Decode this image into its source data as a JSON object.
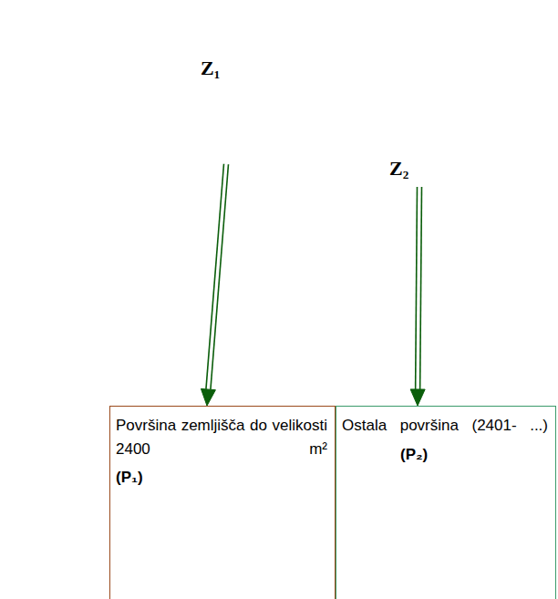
{
  "diagram": {
    "nodes": [
      {
        "text": [
          "Z₂"
        ]
      },
      {
        "text": [
          "Z₁"
        ],
        "in": 0
      },
      {
        "text": [
          "Površina zemljišča do velikosti 2400 m²",
          "(P₁)"
        ]
      },
      {
        "text": [
          "Ostala površina (2401- ...)",
          "(P₂)"
        ]
      }
    ],
    "edges": [
      {
        "from": 1,
        "to": 2,
        "arrow": "to"
      },
      {
        "from": 0,
        "to": 3,
        "arrow": "to"
      }
    ]
  }
}
